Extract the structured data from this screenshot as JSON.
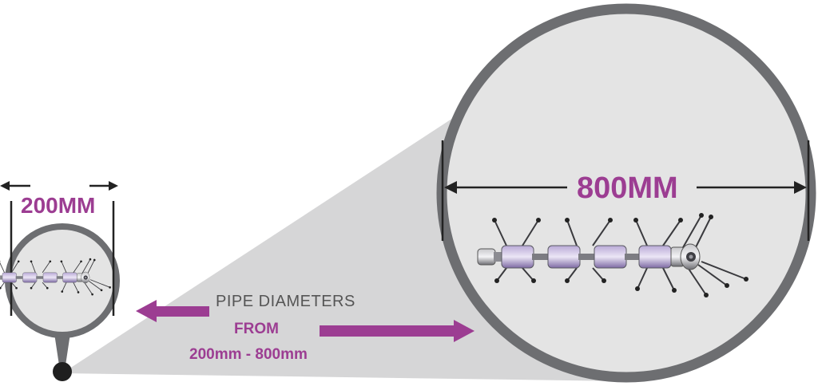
{
  "labels": {
    "small_diameter": "200MM",
    "large_diameter": "800MM",
    "caption": "PIPE DIAMETERS",
    "from": "FROM",
    "range": "200mm - 800mm"
  },
  "colors": {
    "accent": "#9c3d92",
    "pipe_wall": "#6d6e71",
    "pipe_interior": "#e4e4e4",
    "projection_cone": "#d6d6d7",
    "dimension_line": "#222222"
  },
  "icons": [
    "crawler-robot-icon",
    "double-arrow-icon",
    "arrow-left-icon",
    "arrow-right-icon"
  ]
}
